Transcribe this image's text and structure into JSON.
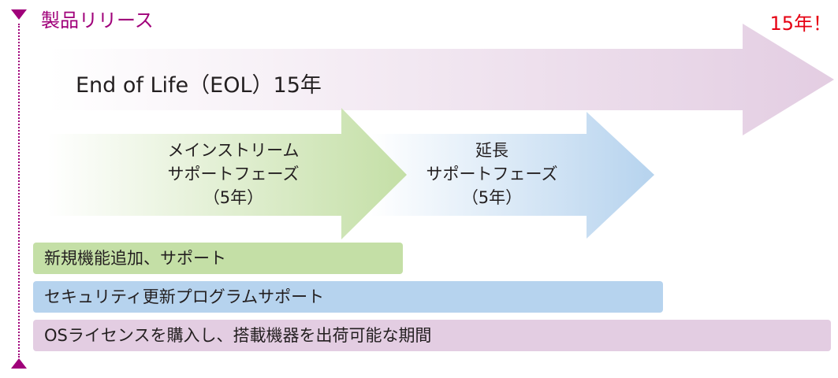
{
  "release": {
    "label": "製品リリース",
    "color": "#a0007a"
  },
  "years_label": "15年！",
  "eol": {
    "label": "End of Life（EOL）15年",
    "color": "#e3cde2"
  },
  "phases": [
    {
      "lines": [
        "メインストリーム",
        "サポートフェーズ",
        "（5年）"
      ],
      "color": "#c4dfa6"
    },
    {
      "lines": [
        "延長",
        "サポートフェーズ",
        "（5年）"
      ],
      "color": "#b6d3ee"
    }
  ],
  "bars": [
    {
      "label": "新規機能追加、サポート",
      "color": "#c4dfa6"
    },
    {
      "label": "セキュリティ更新プログラムサポート",
      "color": "#b6d3ee"
    },
    {
      "label": "OSライセンスを購入し、搭載機器を出荷可能な期間",
      "color": "#e3cde2"
    }
  ]
}
